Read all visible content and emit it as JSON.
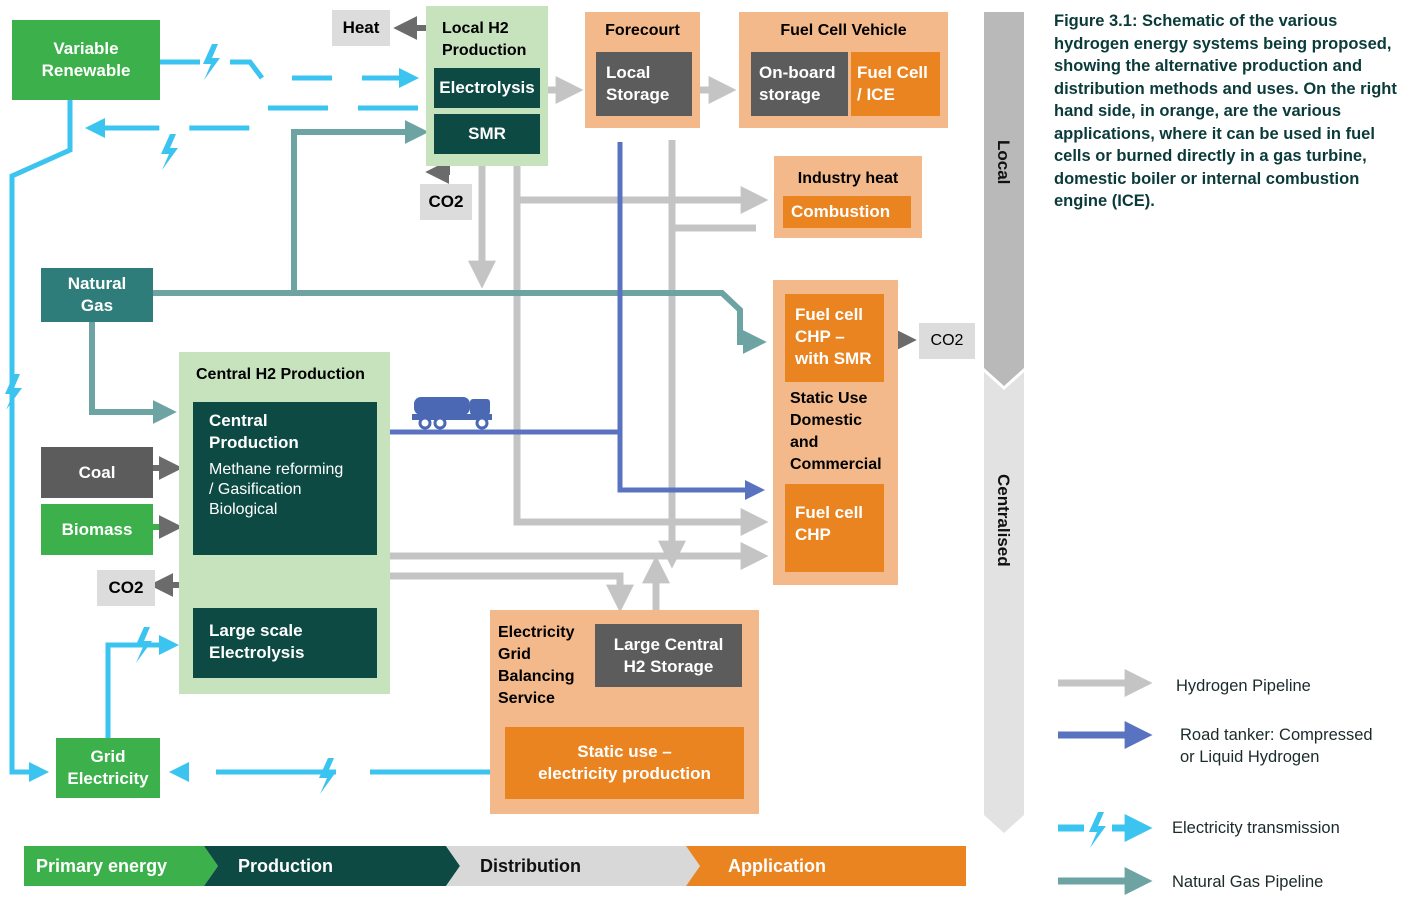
{
  "sources": {
    "variable_renewable": "Variable\nRenewable",
    "natural_gas": "Natural\nGas",
    "coal": "Coal",
    "biomass": "Biomass",
    "grid_electricity": "Grid\nElectricity"
  },
  "local_production": {
    "title": "Local H2\nProduction",
    "electrolysis": "Electrolysis",
    "smr": "SMR",
    "heat": "Heat",
    "co2": "CO2"
  },
  "central_production": {
    "title": "Central H2 Production",
    "central_title": "Central\nProduction",
    "central_desc": "Methane reforming\n/ Gasification\nBiological",
    "large_electrolysis": "Large scale\nElectrolysis",
    "co2": "CO2"
  },
  "forecourt": {
    "title": "Forecourt",
    "local_storage": "Local\nStorage"
  },
  "fuel_cell_vehicle": {
    "title": "Fuel Cell Vehicle",
    "onboard": "On-board\nstorage",
    "fuelcell_ice": "Fuel Cell\n/ ICE"
  },
  "industry_heat": {
    "title": "Industry heat",
    "combustion": "Combustion"
  },
  "static_use": {
    "chp_smr": "Fuel cell\nCHP –\nwith SMR",
    "label": "Static Use\nDomestic\nand\nCommercial",
    "chp": "Fuel cell\nCHP",
    "co2": "CO2"
  },
  "grid_balancing": {
    "title": "Electricity\nGrid\nBalancing\nService",
    "storage": "Large Central\nH2 Storage",
    "static_use": "Static use –\nelectricity production"
  },
  "scale_axis": {
    "local": "Local",
    "centralised": "Centralised"
  },
  "bottom_band": [
    "Primary energy",
    "Production",
    "Distribution",
    "Application"
  ],
  "caption": "Figure 3.1: Schematic of the various hydrogen energy systems being proposed, showing the alternative production and distribution methods and uses. On the right hand side, in orange, are the various applications, where it can be used in fuel cells or burned directly in a gas turbine, domestic boiler or internal combustion engine (ICE).",
  "legend": {
    "hydrogen_pipeline": "Hydrogen Pipeline",
    "road_tanker": "Road tanker: Compressed\nor Liquid Hydrogen",
    "electricity": "Electricity transmission",
    "natural_gas": "Natural Gas Pipeline"
  },
  "colors": {
    "primary_green": "#3cb04a",
    "production_dark": "#0c4a43",
    "natural_gas_teal": "#2e7d7a",
    "application_orange": "#ea8420",
    "application_peach": "#f4b98a",
    "hydrogen_pipeline": "#c4c4c4",
    "road_tanker": "#5a73c0",
    "electricity": "#3cc4f0",
    "natural_gas_pipeline": "#6ea3a4"
  }
}
